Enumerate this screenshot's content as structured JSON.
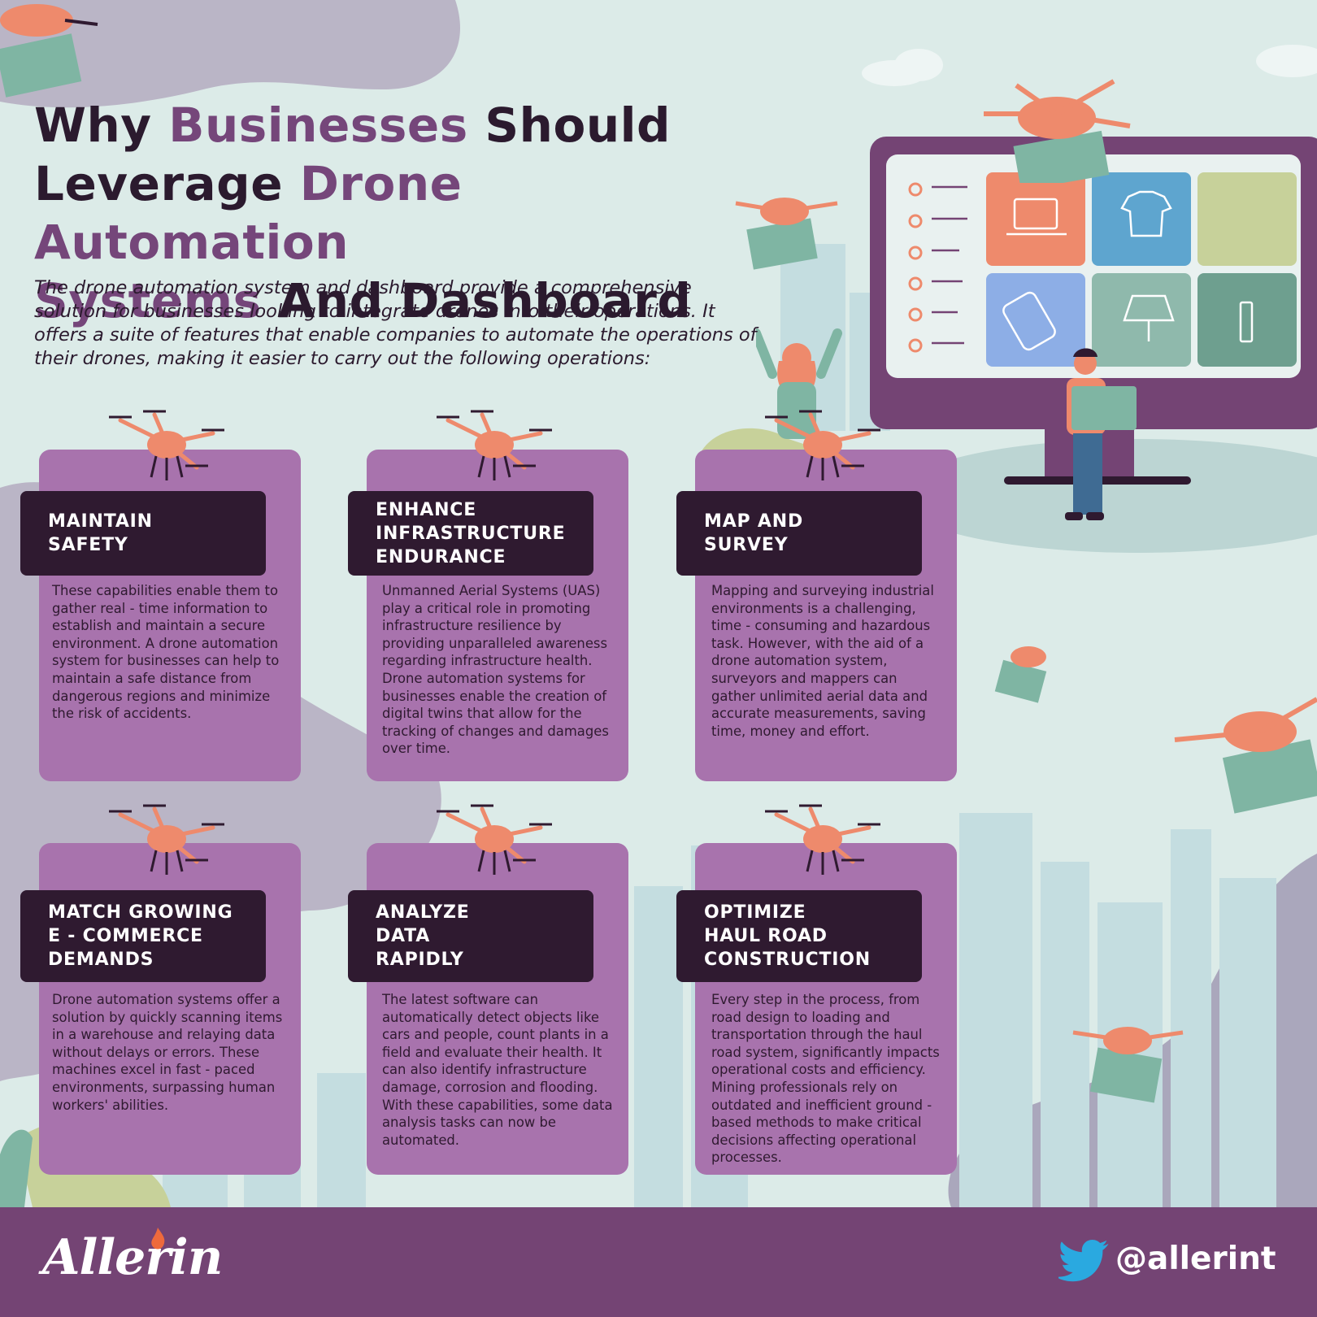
{
  "title": {
    "line1_dark": "Why ",
    "line1_accent": "Businesses",
    "line1_dark2": " Should",
    "line2_dark": "Leverage ",
    "line2_accent": "Drone Automation",
    "line3_accent": "Systems",
    "line3_dark": " And Dashboard"
  },
  "intro": "The drone automation system and dashboard provide a comprehensive solution for businesses looking to integrate drones into their operations. It offers a suite of features that enable companies to automate the operations of their drones, making it easier to carry out the following operations:",
  "cards": [
    {
      "heading": "MAINTAIN\nSAFETY",
      "body": "These capabilities enable them to gather real - time information to establish and maintain a secure environment. A drone automation system for businesses can help to maintain a safe distance from dangerous regions and minimize the risk of accidents."
    },
    {
      "heading": "ENHANCE\nINFRASTRUCTURE\nENDURANCE",
      "body": "Unmanned Aerial Systems (UAS) play a critical role in promoting infrastructure resilience by providing unparalleled awareness regarding infrastructure health. Drone automation systems for businesses enable the creation of digital twins that allow for the tracking of changes and damages over time."
    },
    {
      "heading": "MAP AND\nSURVEY",
      "body": "Mapping and surveying industrial environments is a challenging, time - consuming and hazardous task. However, with the aid of a drone automation system, surveyors and mappers can gather unlimited aerial data and accurate measurements, saving time, money and effort."
    },
    {
      "heading": "MATCH GROWING\nE - COMMERCE\nDEMANDS",
      "body": "Drone automation systems offer a solution by quickly scanning items in a warehouse and relaying data without delays or errors. These machines excel in fast - paced environments, surpassing human workers' abilities."
    },
    {
      "heading": "ANALYZE\nDATA\nRAPIDLY",
      "body": "The latest software can automatically detect objects like cars and people, count plants in a field and evaluate their health. It can also identify infrastructure damage, corrosion and flooding. With these capabilities, some data analysis tasks can now be automated."
    },
    {
      "heading": "OPTIMIZE\nHAUL ROAD\nCONSTRUCTION",
      "body": "Every step in the process, from road design to loading and transportation through the haul road system, significantly impacts operational costs and efficiency. Mining professionals rely on outdated and inefficient ground - based methods to make critical decisions affecting operational processes."
    }
  ],
  "footer": {
    "brand": "Allerin",
    "handle": "@allerint"
  },
  "icons": {
    "drone": "drone-icon",
    "package": "package-icon",
    "twitter": "twitter-bird-icon",
    "flame": "flame-icon"
  },
  "colors": {
    "background": "#dcebe8",
    "card": "#a873ad",
    "card_header": "#2f1a30",
    "title_dark": "#2b1a2e",
    "title_accent": "#75467a",
    "footer": "#744474",
    "drone": "#ee8a6c",
    "package": "#7fb5a3",
    "twitter": "#2aa9e0"
  }
}
